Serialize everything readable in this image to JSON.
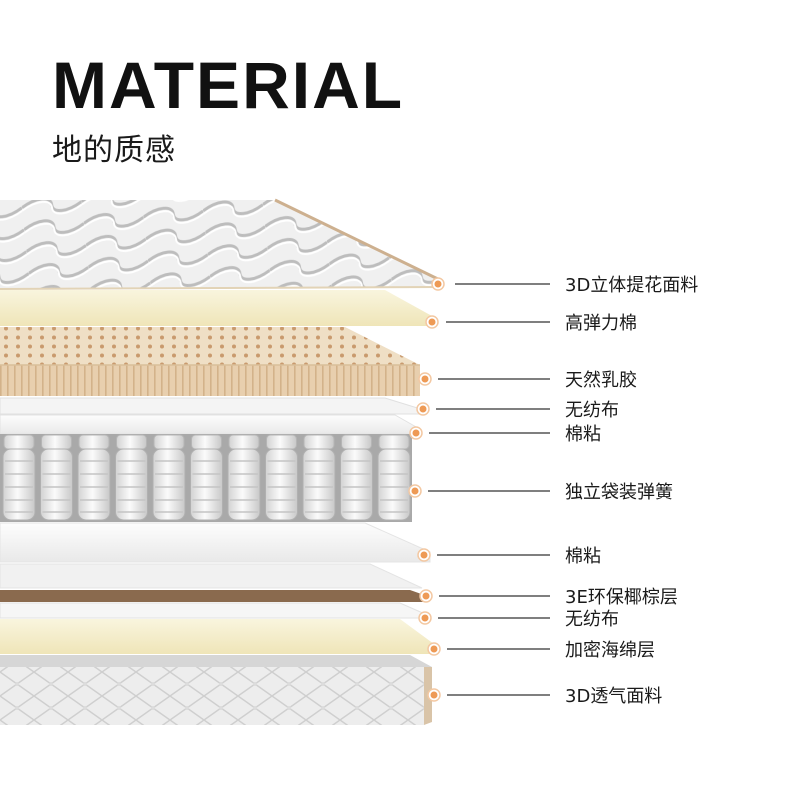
{
  "header": {
    "title": "MATERIAL",
    "subtitle": "地的质感"
  },
  "layers": [
    {
      "label": "3D立体提花面料"
    },
    {
      "label": "高弹力棉"
    },
    {
      "label": "天然乳胶"
    },
    {
      "label": "无纺布"
    },
    {
      "label": "棉粘"
    },
    {
      "label": "独立袋装弹簧"
    },
    {
      "label": "棉粘"
    },
    {
      "label": "3E环保椰棕层"
    },
    {
      "label": "无纺布"
    },
    {
      "label": "加密海绵层"
    },
    {
      "label": "3D透气面料"
    }
  ],
  "colors": {
    "title": "#111111",
    "callout_dot": "#ee9a55",
    "leader_line": "#333333",
    "latex": "#e8cfae",
    "cream_foam": "#f1eac3",
    "coconut": "#8a6a4e"
  }
}
